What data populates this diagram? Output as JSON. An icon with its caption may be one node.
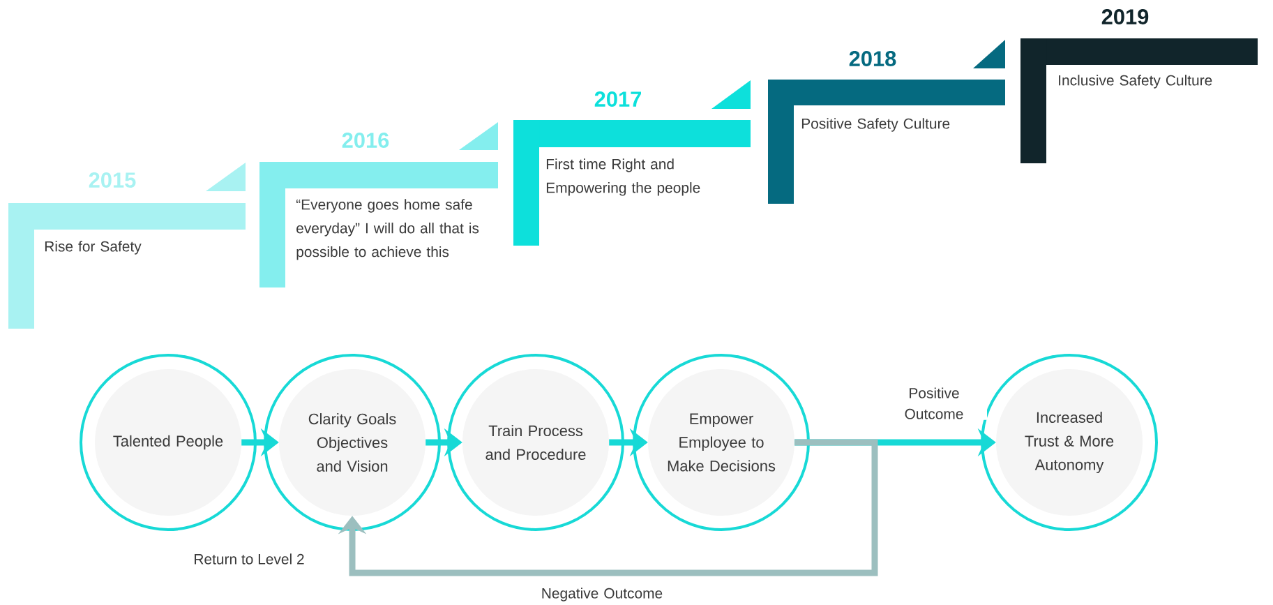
{
  "diagram": {
    "nodes": [
      {
        "text": [
          "2015",
          "Rise for Safety"
        ]
      },
      {
        "text": [
          "2016",
          "“Everyone goes home safe everyday” I will do all that is possible to achieve this"
        ]
      },
      {
        "text": [
          "2017",
          "First time Right and Empowering the people"
        ]
      },
      {
        "text": [
          "2018",
          "Positive Safety Culture"
        ]
      },
      {
        "text": [
          "2019",
          "Inclusive Safety Culture"
        ]
      },
      {
        "text": [
          "Talented People"
        ]
      },
      {
        "text": [
          "Clarity Goals Objectives and Vision"
        ]
      },
      {
        "text": [
          "Train Process and Procedure"
        ]
      },
      {
        "text": [
          "Empower Employee to Make Decisions"
        ]
      },
      {
        "text": [
          "Increased Trust & More Autonomy"
        ]
      }
    ],
    "edges": [
      {
        "from": 5,
        "to": 6,
        "arrow": "to"
      },
      {
        "from": 6,
        "to": 7,
        "arrow": "to"
      },
      {
        "from": 7,
        "to": 8,
        "arrow": "to"
      },
      {
        "from": 8,
        "to": 9,
        "arrow": "to",
        "label": "Positive Outcome"
      },
      {
        "from": 8,
        "to": 6,
        "arrow": "to",
        "label": "Negative Outcome",
        "color": "#9cbfbf"
      }
    ],
    "labels": [
      "Return to Level 2"
    ]
  }
}
